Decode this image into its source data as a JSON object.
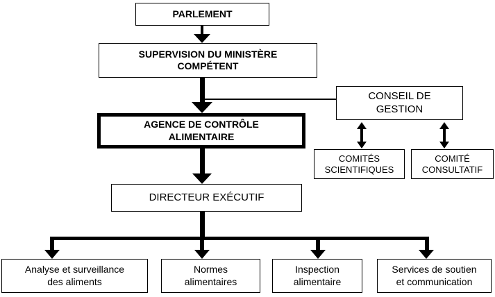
{
  "diagram": {
    "type": "org-chart",
    "language": "fr",
    "colors": {
      "line": "#000000",
      "box_border": "#000000",
      "box_background": "#ffffff",
      "text": "#000000",
      "page_background": "#ffffff"
    },
    "nodes": {
      "parlement": {
        "label": "PARLEMENT",
        "style": "bold"
      },
      "supervision": {
        "label": "SUPERVISION DU MINISTÈRE\nCOMPÉTENT",
        "style": "bold"
      },
      "agence": {
        "label": "AGENCE DE CONTRÔLE\nALIMENTAIRE",
        "style": "bold, thick border"
      },
      "conseil": {
        "label": "CONSEIL DE\nGESTION",
        "style": "normal"
      },
      "comites_scientifiques": {
        "label": "COMITÉS\nSCIENTIFIQUES",
        "style": "normal"
      },
      "comite_consultatif": {
        "label": "COMITÉ\nCONSULTATIF",
        "style": "normal"
      },
      "directeur": {
        "label": "DIRECTEUR EXÉCUTIF",
        "style": "normal"
      },
      "analyse": {
        "label": "Analyse et surveillance\ndes aliments",
        "style": "normal"
      },
      "normes": {
        "label": "Normes\nalimentaires",
        "style": "normal"
      },
      "inspection": {
        "label": "Inspection\nalimentaire",
        "style": "normal"
      },
      "services": {
        "label": "Services de soutien\net communication",
        "style": "normal"
      }
    },
    "edges": [
      {
        "from": "parlement",
        "to": "supervision",
        "style": "arrow-down"
      },
      {
        "from": "supervision",
        "to": "agence",
        "style": "thick-arrow-down"
      },
      {
        "from": "agence",
        "to": "conseil",
        "style": "plain-line"
      },
      {
        "from": "conseil",
        "to": "comites_scientifiques",
        "style": "double-headed-arrow"
      },
      {
        "from": "conseil",
        "to": "comite_consultatif",
        "style": "double-headed-arrow"
      },
      {
        "from": "agence",
        "to": "directeur",
        "style": "thick-arrow-down"
      },
      {
        "from": "directeur",
        "to": "analyse",
        "style": "thick-arrow-down"
      },
      {
        "from": "directeur",
        "to": "normes",
        "style": "thick-arrow-down"
      },
      {
        "from": "directeur",
        "to": "inspection",
        "style": "thick-arrow-down"
      },
      {
        "from": "directeur",
        "to": "services",
        "style": "thick-arrow-down"
      }
    ]
  }
}
